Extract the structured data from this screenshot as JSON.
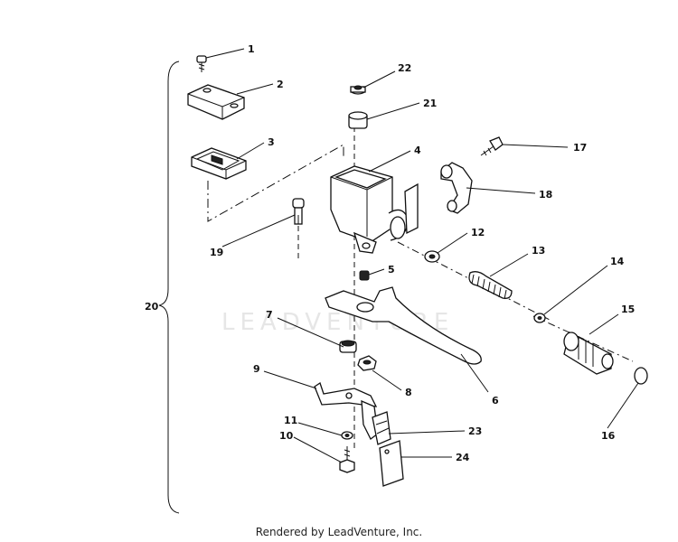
{
  "watermark": "LEADVENTURE",
  "footer": "Rendered by LeadVenture, Inc.",
  "callouts": {
    "c1": "1",
    "c2": "2",
    "c3": "3",
    "c4": "4",
    "c5": "5",
    "c6": "6",
    "c7": "7",
    "c8": "8",
    "c9": "9",
    "c10": "10",
    "c11": "11",
    "c12": "12",
    "c13": "13",
    "c14": "14",
    "c15": "15",
    "c16": "16",
    "c17": "17",
    "c18": "18",
    "c19": "19",
    "c20": "20",
    "c21": "21",
    "c22": "22",
    "c23": "23",
    "c24": "24"
  }
}
